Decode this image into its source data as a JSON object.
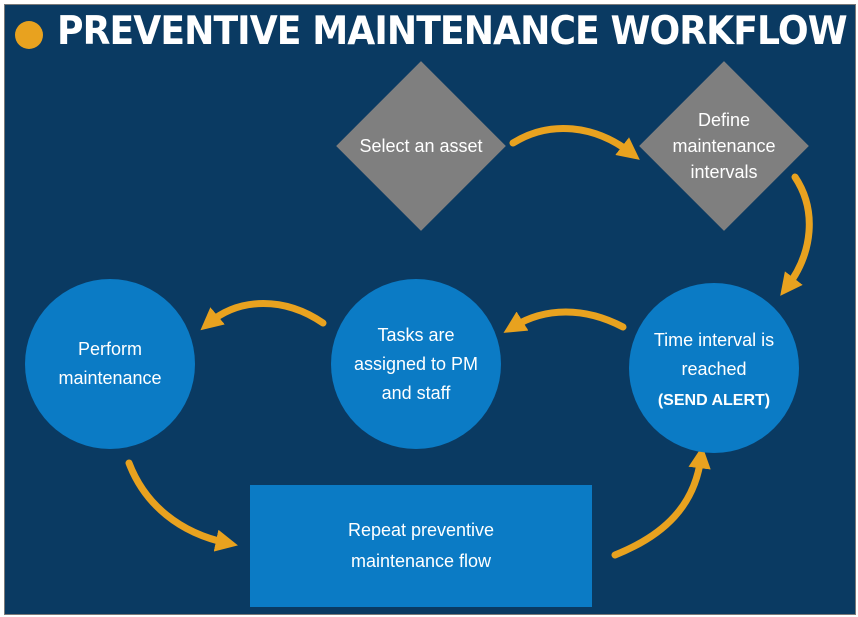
{
  "title": "PREVENTIVE MAINTENANCE WORKFLOW",
  "colors": {
    "background": "#0a3a62",
    "accent": "#e8a21f",
    "step_blue": "#0b7bc5",
    "decision_gray": "#7f7f7f"
  },
  "steps": {
    "select_asset": "Select an asset",
    "define_intervals": "Define\nmaintenance\nintervals",
    "time_interval": "Time interval is\nreached",
    "send_alert": "(SEND ALERT)",
    "tasks_assigned": "Tasks are\nassigned to PM\nand staff",
    "perform_maintenance": "Perform\nmaintenance",
    "repeat_flow": "Repeat preventive\nmaintenance flow"
  }
}
